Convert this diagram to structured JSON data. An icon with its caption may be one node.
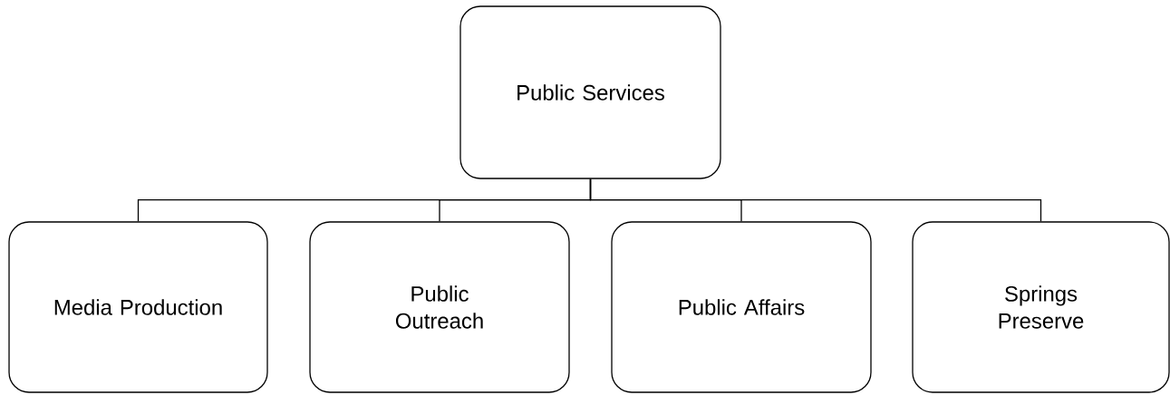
{
  "diagram": {
    "nodes": [
      {
        "text": [
          "Public Services"
        ]
      },
      {
        "text": [
          "Media Production"
        ]
      },
      {
        "text": [
          "Public Outreach"
        ]
      },
      {
        "text": [
          "Public Affairs"
        ]
      },
      {
        "text": [
          "Springs Preserve"
        ]
      }
    ],
    "edges": [
      {
        "from": 0,
        "to": 1,
        "arrow": "none"
      },
      {
        "from": 0,
        "to": 2,
        "arrow": "none"
      },
      {
        "from": 0,
        "to": 3,
        "arrow": "none"
      },
      {
        "from": 0,
        "to": 4,
        "arrow": "none"
      }
    ]
  }
}
